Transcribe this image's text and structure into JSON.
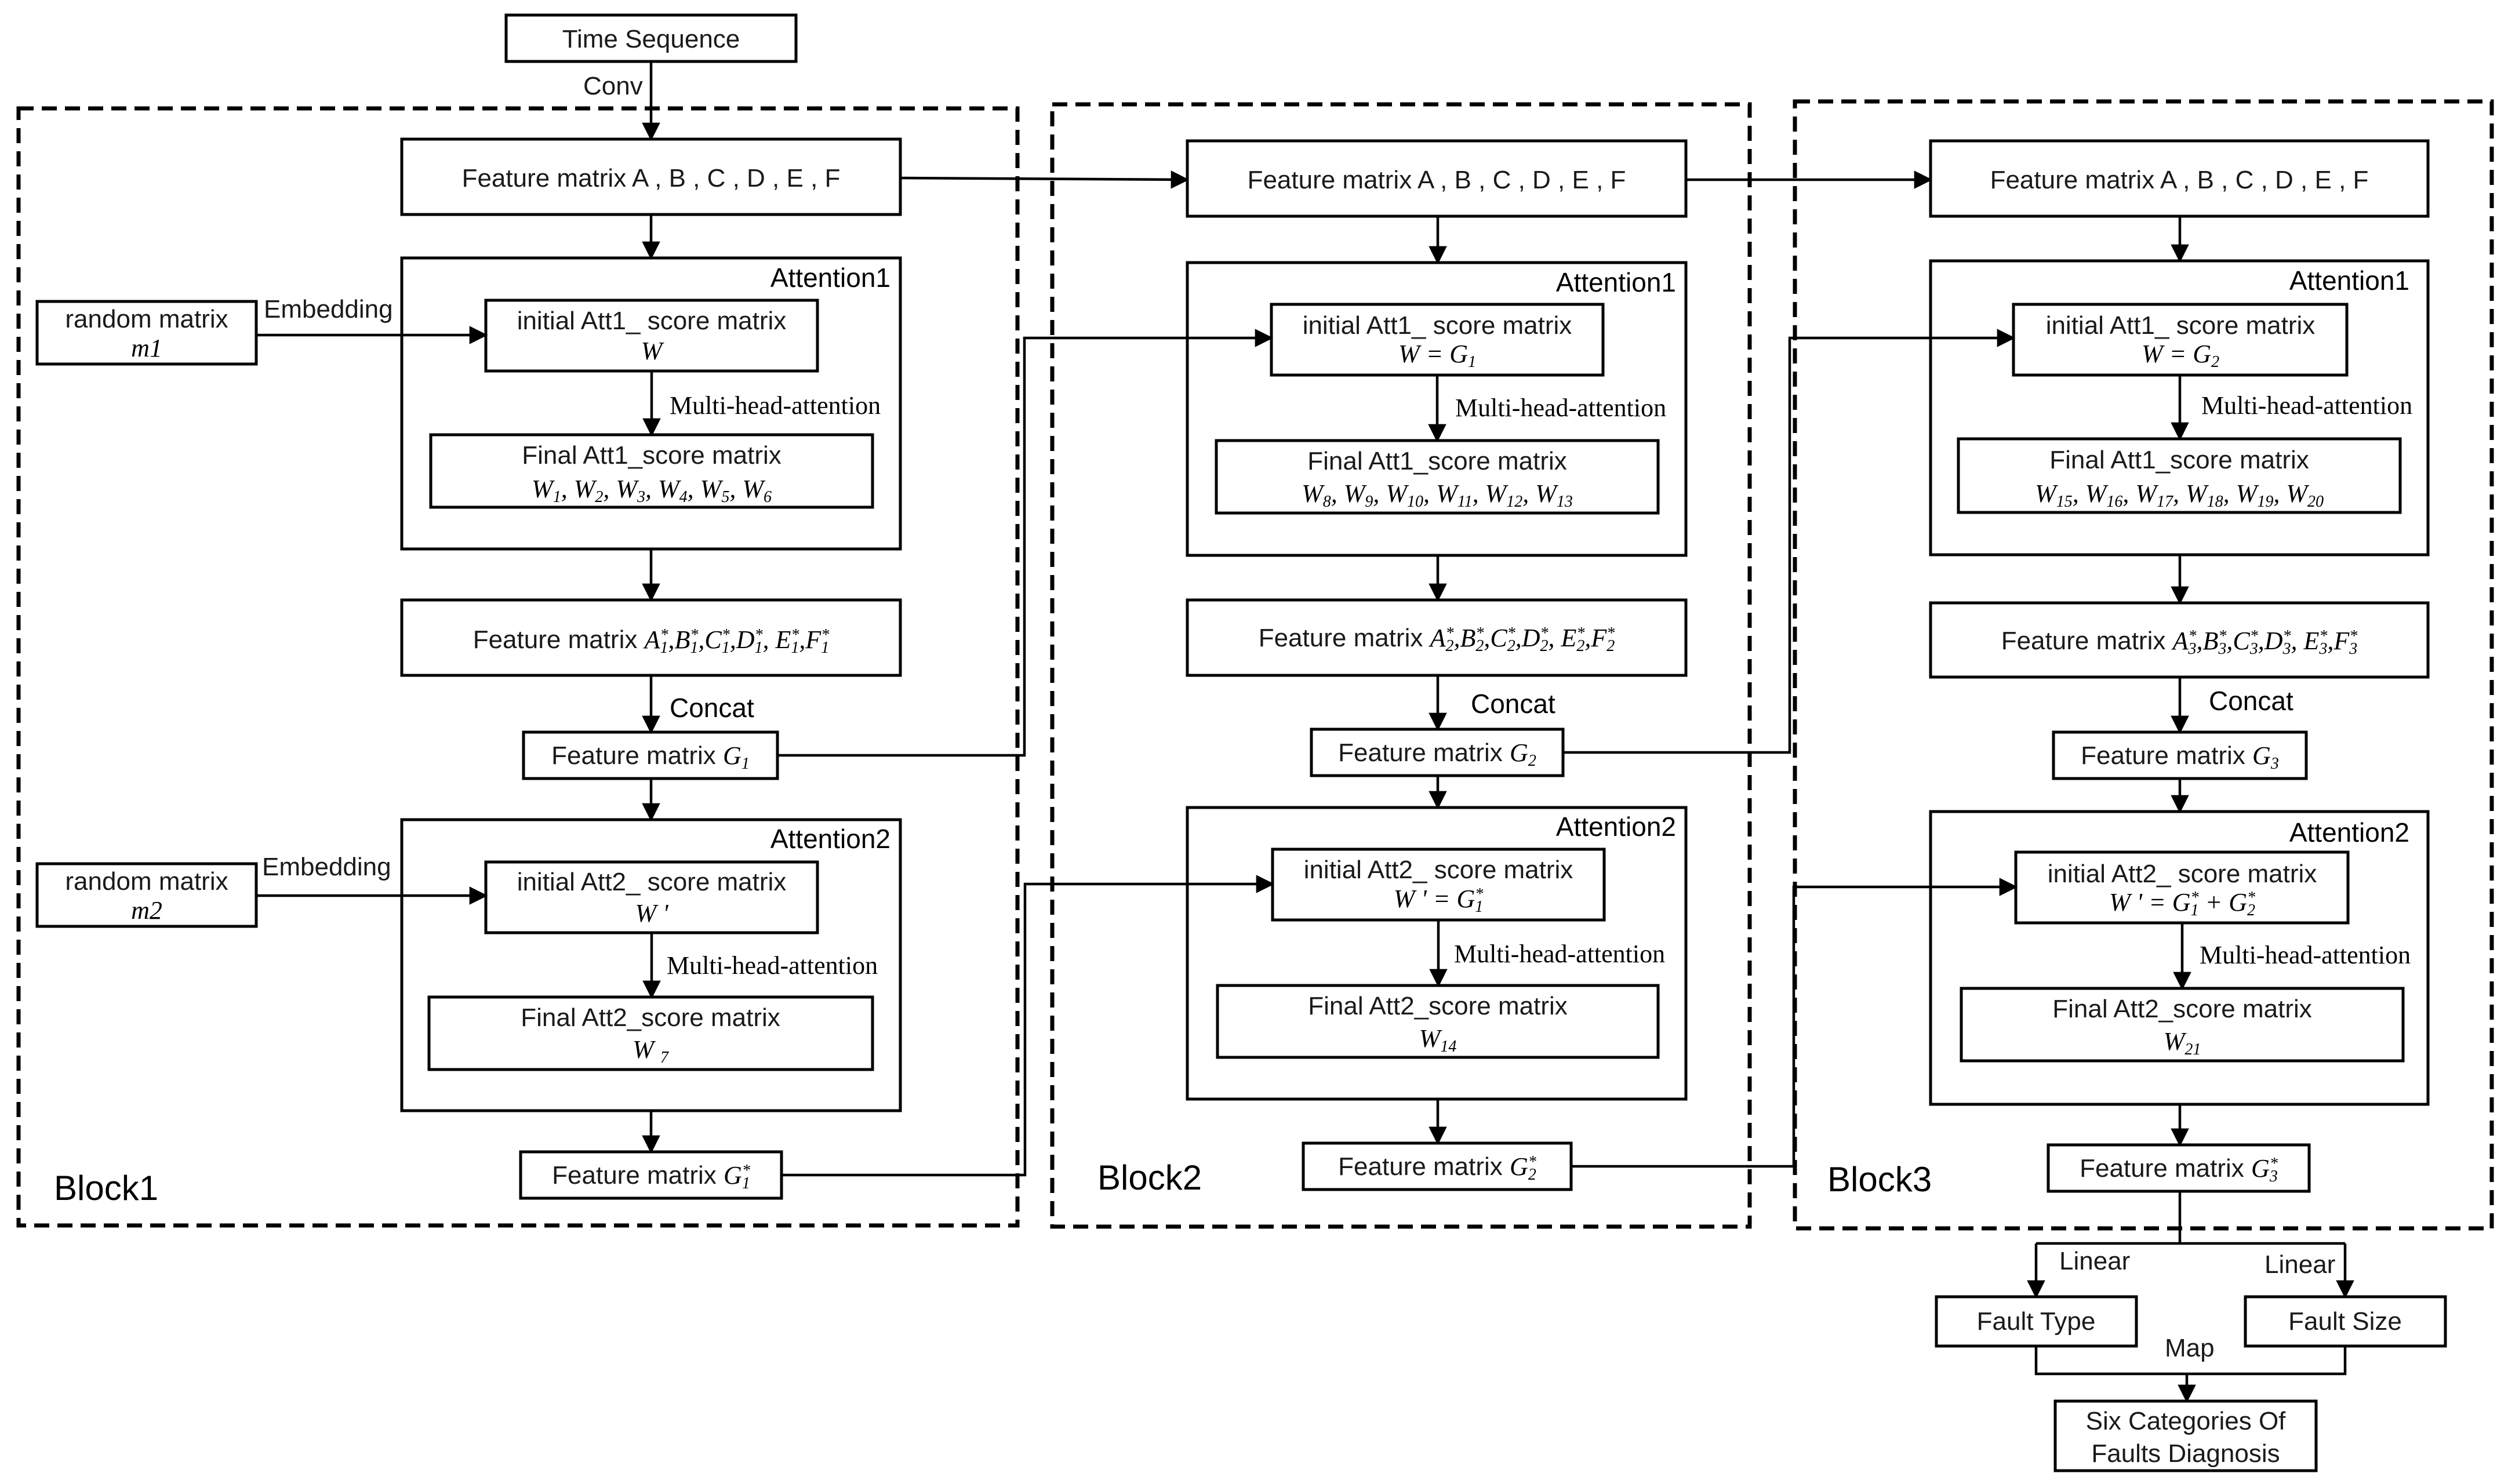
{
  "input": {
    "label": "Time Sequence",
    "conv_label": "Conv"
  },
  "blocks": [
    {
      "name": "Block1",
      "feature_in": "Feature matrix A , B , C , D , E , F",
      "attention1": {
        "title": "Attention1",
        "initial_label": "initial  Att1_ score matrix",
        "initial_formula": "W",
        "mha_label": "Multi-head-attention",
        "final_label": "Final  Att1_score matrix",
        "final_formula": "W1, W2, W3, W4, W5, W6"
      },
      "feature_mid": "Feature matrix A1*,B1*,C1*,D1*, E1*,F1*",
      "concat_label": "Concat",
      "feature_g": "Feature matrix G1",
      "attention2": {
        "title": "Attention2",
        "initial_label": "initial  Att2_ score matrix",
        "initial_formula": "W '",
        "mha_label": "Multi-head-attention",
        "final_label": "Final  Att2_score matrix",
        "final_formula": "W7"
      },
      "feature_out": "Feature matrix G1*",
      "random_matrices": [
        {
          "label": "random matrix",
          "var": "m1",
          "embedding_label": "Embedding"
        },
        {
          "label": "random matrix",
          "var": "m2",
          "embedding_label": "Embedding"
        }
      ]
    },
    {
      "name": "Block2",
      "feature_in": "Feature matrix A , B , C , D , E , F",
      "attention1": {
        "title": "Attention1",
        "initial_label": "initial  Att1_ score matrix",
        "initial_formula": "W = G1",
        "mha_label": "Multi-head-attention",
        "final_label": "Final  Att1_score matrix",
        "final_formula": "W8, W9, W10, W11, W12, W13"
      },
      "feature_mid": "Feature matrix A2*,B2*,C2*,D2*, E2*,F2*",
      "concat_label": "Concat",
      "feature_g": "Feature matrix G2",
      "attention2": {
        "title": "Attention2",
        "initial_label": "initial  Att2_ score matrix",
        "initial_formula": "W ' = G1*",
        "mha_label": "Multi-head-attention",
        "final_label": "Final  Att2_score matrix",
        "final_formula": "W14"
      },
      "feature_out": "Feature matrix G2*"
    },
    {
      "name": "Block3",
      "feature_in": "Feature matrix A , B , C , D , E , F",
      "attention1": {
        "title": "Attention1",
        "initial_label": "initial  Att1_ score matrix",
        "initial_formula": "W = G2",
        "mha_label": "Multi-head-attention",
        "final_label": "Final  Att1_score matrix",
        "final_formula": "W15, W16, W17, W18, W19, W20"
      },
      "feature_mid": "Feature matrix A3*,B3*,C3*,D3*, E3*,F3*",
      "concat_label": "Concat",
      "feature_g": "Feature matrix G3",
      "attention2": {
        "title": "Attention2",
        "initial_label": "initial  Att2_ score matrix",
        "initial_formula": "W ' = G1* + G2*",
        "mha_label": "Multi-head-attention",
        "final_label": "Final  Att2_score matrix",
        "final_formula": "W21"
      },
      "feature_out": "Feature matrix G3*"
    }
  ],
  "outputs": {
    "linear_left": "Linear",
    "linear_right": "Linear",
    "fault_type": "Fault Type",
    "fault_size": "Fault Size",
    "map_label": "Map",
    "result_line1": "Six Categories Of",
    "result_line2": "Faults Diagnosis"
  }
}
